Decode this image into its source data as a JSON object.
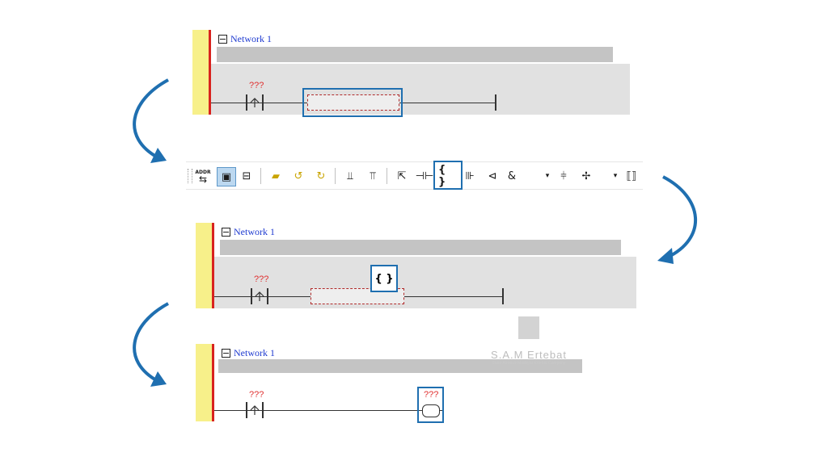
{
  "network_title": "Network 1",
  "operand_placeholder": "???",
  "coil_glyph": "{ }",
  "toolbar": {
    "addr_label": "ADDR",
    "and_label": "&",
    "items": [
      "addr-toggle-icon",
      "view-panel-icon",
      "network-icon",
      "open-branch-icon",
      "branch-up-icon",
      "branch-down-icon",
      "vertical-up-icon",
      "vertical-down-icon",
      "select-cursor-icon",
      "contact-icon",
      "coil-icon",
      "box-icon",
      "return-icon",
      "and-icon",
      "dropdown-icon",
      "branch-split-icon",
      "jump-icon",
      "dropdown-icon",
      "box-bracket-icon"
    ]
  },
  "watermark": {
    "name": "S.A.M Ertebat",
    "subtitle": "Sane Afrooze Mashyar Ertebat Company"
  },
  "colors": {
    "rail": "#f7f08a",
    "rail_line": "#d8231f",
    "highlight": "#1f6fb0",
    "placeholder": "#e03030",
    "network_title": "#1f3bd0"
  }
}
